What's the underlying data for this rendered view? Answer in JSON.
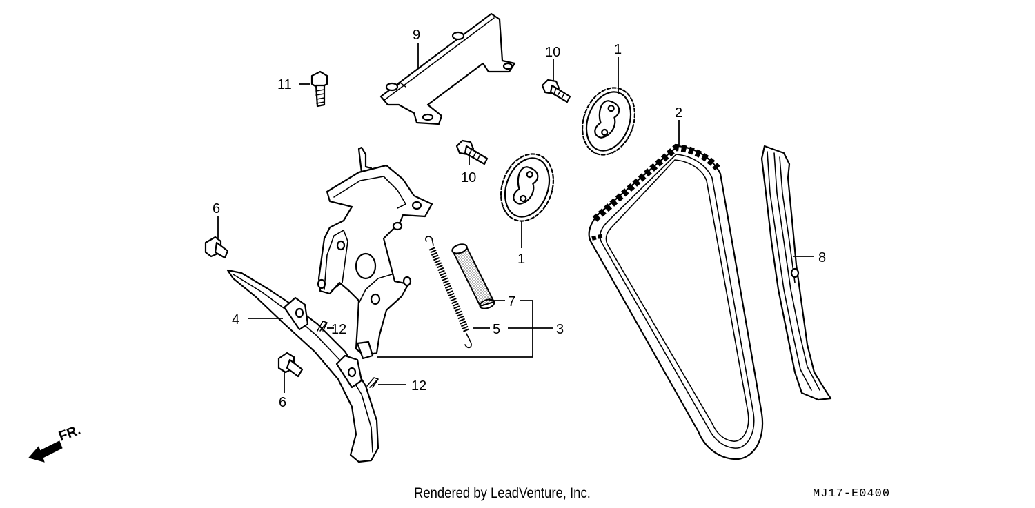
{
  "callouts": {
    "c1a": "1",
    "c1b": "1",
    "c2": "2",
    "c3": "3",
    "c4": "4",
    "c5": "5",
    "c6a": "6",
    "c6b": "6",
    "c7": "7",
    "c8": "8",
    "c9": "9",
    "c10a": "10",
    "c10b": "10",
    "c11": "11",
    "c12a": "12",
    "c12b": "12"
  },
  "direction_label": "FR.",
  "footer": {
    "credit": "Rendered by LeadVenture, Inc.",
    "diagram_code": "MJ17-E0400"
  }
}
